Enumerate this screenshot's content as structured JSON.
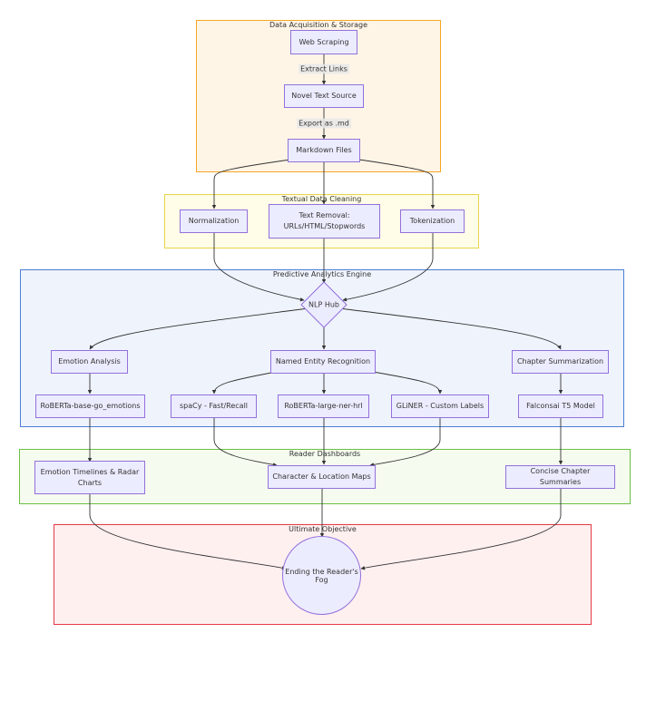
{
  "clusters": {
    "acquisition": "Data Acquisition & Storage",
    "cleaning": "Textual Data Cleaning",
    "engine": "Predictive Analytics Engine",
    "dashboards": "Reader Dashboards",
    "objective": "Ultimate Objective"
  },
  "nodes": {
    "web_scraping": "Web Scraping",
    "novel_source": "Novel Text Source",
    "markdown": "Markdown Files",
    "normalization": "Normalization",
    "text_removal_1": "Text Removal:",
    "text_removal_2": "URLs/HTML/Stopwords",
    "tokenization": "Tokenization",
    "nlp_hub": "NLP Hub",
    "emotion": "Emotion Analysis",
    "ner": "Named Entity Recognition",
    "chapter_sum": "Chapter Summarization",
    "roberta_emotions": "RoBERTa-base-go_emotions",
    "spacy": "spaCy - Fast/Recall",
    "roberta_ner": "RoBERTa-large-ner-hrl",
    "gliner": "GLiNER - Custom Labels",
    "falconsai": "Falconsai T5 Model",
    "timelines_1": "Emotion Timelines & Radar",
    "timelines_2": "Charts",
    "maps": "Character & Location Maps",
    "summaries": "Concise Chapter Summaries",
    "ending": "Ending the Reader's Fog"
  },
  "edge_labels": {
    "extract": "Extract Links",
    "export": "Export as .md"
  },
  "colors": {
    "node_fill": "#ECECFF",
    "node_border": "#9370DB",
    "acquisition_border": "#F5A623",
    "acquisition_fill": "#FFF5E6",
    "cleaning_border": "#E8D44D",
    "cleaning_fill": "#FFFDE7",
    "engine_border": "#4A7FD4",
    "engine_fill": "#EEF3FC",
    "dashboards_border": "#6BC043",
    "dashboards_fill": "#F5FCEF",
    "objective_border": "#E63946",
    "objective_fill": "#FFF0F0"
  }
}
